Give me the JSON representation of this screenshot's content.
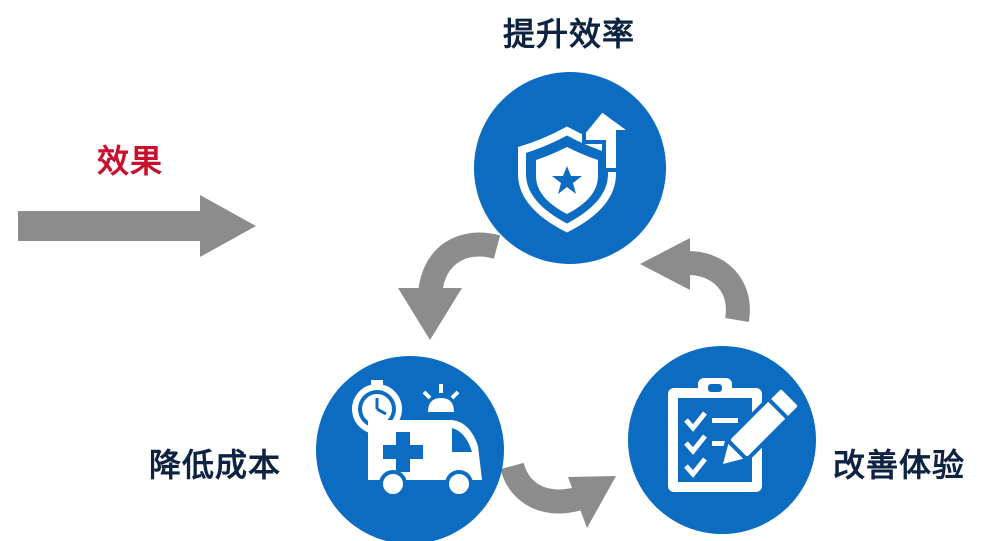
{
  "title": "效果",
  "nodes": [
    {
      "label": "提升效率",
      "icon": "shield-upgrade-icon"
    },
    {
      "label": "降低成本",
      "icon": "ambulance-clock-icon"
    },
    {
      "label": "改善体验",
      "icon": "clipboard-checklist-pencil-icon"
    }
  ],
  "colors": {
    "circle": "#0C6CC2",
    "arrow": "#8C8C8C",
    "label_text": "#0E2341",
    "title_text": "#C8102E"
  }
}
